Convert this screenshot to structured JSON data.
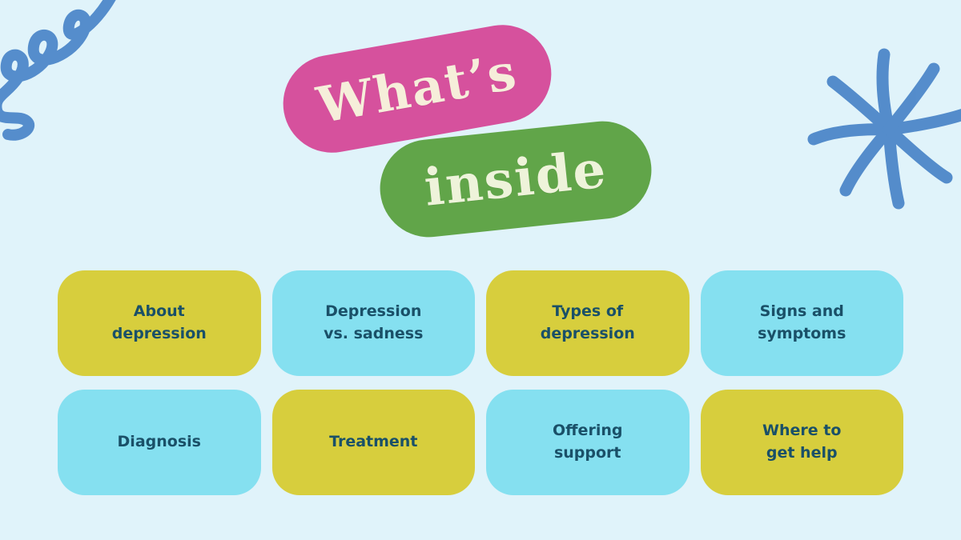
{
  "slide": {
    "background_color": "#e0f3fa",
    "title": {
      "word1": "What’s",
      "word2": "inside",
      "badge1_color": "#d6519d",
      "badge2_color": "#61a549",
      "text_color": "#f6eeda"
    },
    "decorations": {
      "squiggle_icon": "blue-crayon-squiggle",
      "flower_icon": "blue-crayon-flower",
      "doodle_color": "#4d87c9"
    },
    "cards": [
      {
        "label": "About\ndepression",
        "color": "#d7ce3d"
      },
      {
        "label": "Depression\nvs. sadness",
        "color": "#85e0f0"
      },
      {
        "label": "Types of\ndepression",
        "color": "#d7ce3d"
      },
      {
        "label": "Signs and\nsymptoms",
        "color": "#85e0f0"
      },
      {
        "label": "Diagnosis",
        "color": "#85e0f0"
      },
      {
        "label": "Treatment",
        "color": "#d7ce3d"
      },
      {
        "label": "Offering\nsupport",
        "color": "#85e0f0"
      },
      {
        "label": "Where to\nget help",
        "color": "#d7ce3d"
      }
    ],
    "card_text_color": "#1a5068"
  }
}
